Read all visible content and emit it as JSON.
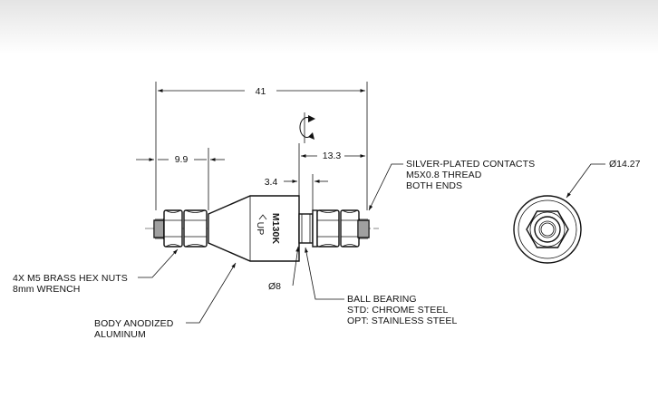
{
  "dimensions": {
    "overall_length": "41",
    "nut_span": "9.9",
    "bearing_span": "13.3",
    "bearing_offset": "3.4",
    "shaft_diameter": "Ø8",
    "nut_diameter": "Ø14.27"
  },
  "body_marking": {
    "up": "UP",
    "model": "M130K"
  },
  "callouts": {
    "contacts": [
      "SILVER-PLATED CONTACTS",
      "M5X0.8 THREAD",
      "BOTH ENDS"
    ],
    "nuts": [
      "4X M5 BRASS HEX NUTS",
      "8mm WRENCH"
    ],
    "body": [
      "BODY ANODIZED",
      "ALUMINUM"
    ],
    "bearing": [
      "BALL BEARING",
      "STD: CHROME STEEL",
      "OPT: STAINLESS STEEL"
    ]
  }
}
